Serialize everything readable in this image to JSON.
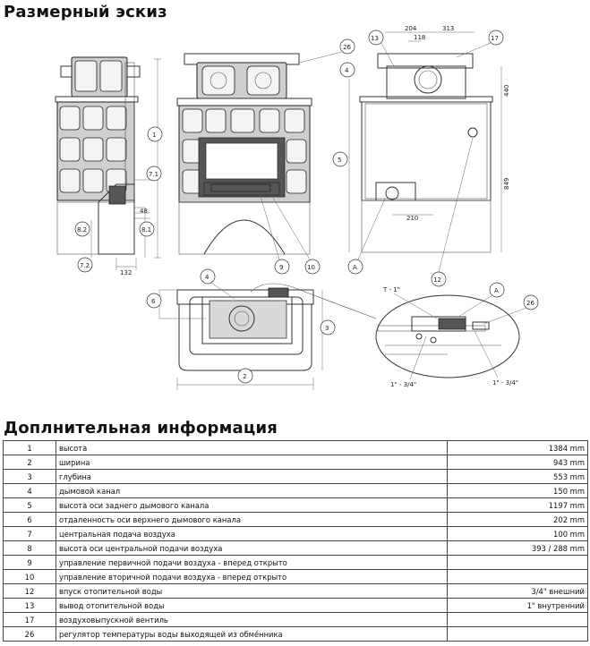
{
  "titles": {
    "sketch": "Размерный эскиз",
    "info": "Доплнительная информация"
  },
  "drawing_labels": {
    "callouts": [
      "1",
      "2",
      "3",
      "4",
      "5",
      "6",
      "7.1",
      "7.2",
      "8.1",
      "8.2",
      "9",
      "10",
      "12",
      "13",
      "17",
      "26",
      "A"
    ],
    "dimensions": [
      "204",
      "313",
      "118",
      "440",
      "849",
      "48",
      "132",
      "210"
    ],
    "pipe_sizes": [
      "T - 1\"",
      "1\" - 3/4\"",
      "1\" - 3/4\""
    ]
  },
  "table": {
    "rows": [
      {
        "num": "1",
        "desc": "высота",
        "value": "1384 mm"
      },
      {
        "num": "2",
        "desc": "ширина",
        "value": "943 mm"
      },
      {
        "num": "3",
        "desc": "глубина",
        "value": "553 mm"
      },
      {
        "num": "4",
        "desc": "дымовой канал",
        "value": "150 mm"
      },
      {
        "num": "5",
        "desc": "высота оси заднего дымового канала",
        "value": "1197 mm"
      },
      {
        "num": "6",
        "desc": "отдаленность оси верхнего дымового канала",
        "value": "202 mm"
      },
      {
        "num": "7",
        "desc": "центральная подача воздуха",
        "value": "100 mm"
      },
      {
        "num": "8",
        "desc": "высота оси центральной подачи воздуха",
        "value": "393 / 288 mm"
      },
      {
        "num": "9",
        "desc": "управление первичной подачи воздуха - вперед открыто",
        "value": ""
      },
      {
        "num": "10",
        "desc": "управление вторичной подачи воздуха - вперед открыто",
        "value": ""
      },
      {
        "num": "12",
        "desc": "впуск отопительной воды",
        "value": "3/4\" внешний"
      },
      {
        "num": "13",
        "desc": "вывод отопительной воды",
        "value": "1\" внутренний"
      },
      {
        "num": "17",
        "desc": "воздуховыпускной вентиль",
        "value": ""
      },
      {
        "num": "26",
        "desc": "регулятор температуры воды выходящей из обме́нника",
        "value": ""
      }
    ]
  }
}
